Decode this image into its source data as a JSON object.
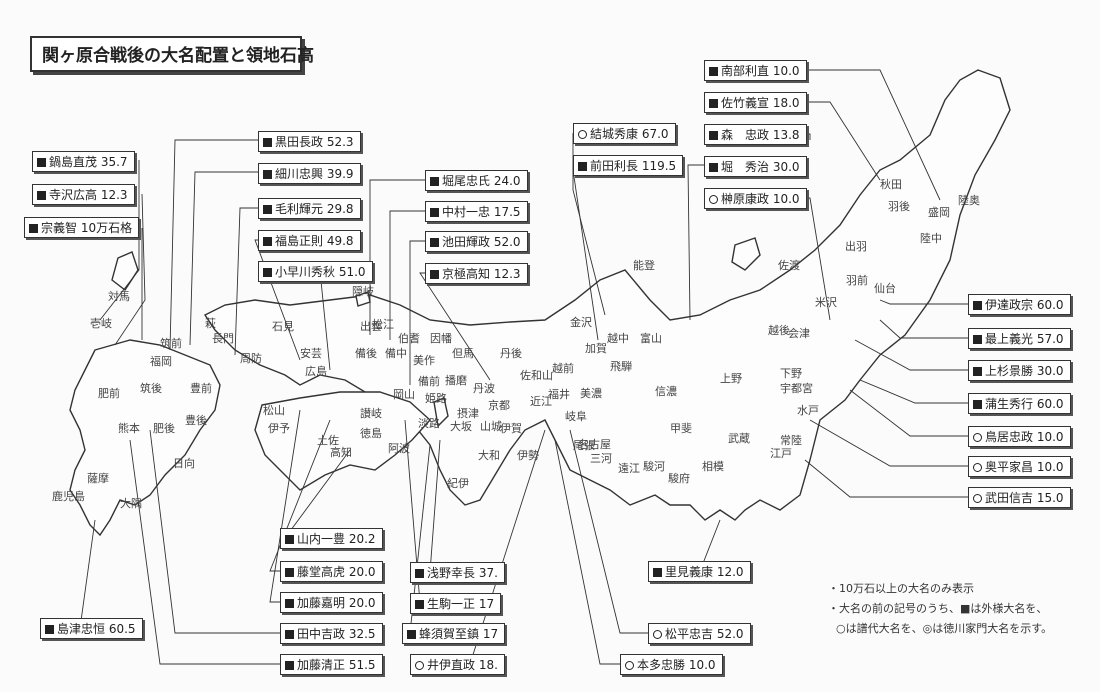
{
  "title": "関ヶ原合戦後の大名配置と領地石高",
  "daimyo": [
    {
      "mark": "sq",
      "text": "鍋島直茂 35.7"
    },
    {
      "mark": "sq",
      "text": "寺沢広高 12.3"
    },
    {
      "mark": "sq",
      "text": "宗義智 10万石格"
    },
    {
      "mark": "sq",
      "text": "黒田長政 52.3"
    },
    {
      "mark": "sq",
      "text": "細川忠興 39.9"
    },
    {
      "mark": "sq",
      "text": "毛利輝元 29.8"
    },
    {
      "mark": "sq",
      "text": "福島正則 49.8"
    },
    {
      "mark": "sq",
      "text": "小早川秀秋 51.0"
    },
    {
      "mark": "sq",
      "text": "堀尾忠氏 24.0"
    },
    {
      "mark": "sq",
      "text": "中村一忠 17.5"
    },
    {
      "mark": "sq",
      "text": "池田輝政 52.0"
    },
    {
      "mark": "sq",
      "text": "京極高知 12.3"
    },
    {
      "mark": "ci",
      "text": "結城秀康 67.0"
    },
    {
      "mark": "sq",
      "text": "前田利長 119.5"
    },
    {
      "mark": "sq",
      "text": "南部利直 10.0"
    },
    {
      "mark": "sq",
      "text": "佐竹義宣 18.0"
    },
    {
      "mark": "sq",
      "text": "森　忠政 13.8"
    },
    {
      "mark": "sq",
      "text": "堀　秀治 30.0"
    },
    {
      "mark": "ci",
      "text": "榊原康政 10.0"
    },
    {
      "mark": "sq",
      "text": "伊達政宗 60.0"
    },
    {
      "mark": "sq",
      "text": "最上義光 57.0"
    },
    {
      "mark": "sq",
      "text": "上杉景勝 30.0"
    },
    {
      "mark": "sq",
      "text": "蒲生秀行 60.0"
    },
    {
      "mark": "ci",
      "text": "鳥居忠政 10.0"
    },
    {
      "mark": "ci",
      "text": "奥平家昌 10.0"
    },
    {
      "mark": "ci",
      "text": "武田信吉 15.0"
    },
    {
      "mark": "sq",
      "text": "里見義康 12.0"
    },
    {
      "mark": "ci",
      "text": "松平忠吉 52.0"
    },
    {
      "mark": "ci",
      "text": "本多忠勝 10.0"
    },
    {
      "mark": "ci",
      "text": "井伊直政 18."
    },
    {
      "mark": "sq",
      "text": "蜂須賀至鎮 17"
    },
    {
      "mark": "sq",
      "text": "生駒一正 17"
    },
    {
      "mark": "sq",
      "text": "浅野幸長 37."
    },
    {
      "mark": "sq",
      "text": "藤堂高虎 20.0"
    },
    {
      "mark": "sq",
      "text": "山内一豊 20.2"
    },
    {
      "mark": "sq",
      "text": "加藤嘉明 20.0"
    },
    {
      "mark": "sq",
      "text": "田中吉政 32.5"
    },
    {
      "mark": "sq",
      "text": "加藤清正 51.5"
    },
    {
      "mark": "sq",
      "text": "島津忠恒 60.5"
    }
  ],
  "provinces": [
    "陸奥",
    "羽後",
    "羽前",
    "陸中",
    "出羽",
    "越後",
    "佐渡",
    "能登",
    "加賀",
    "越中",
    "越前",
    "飛騨",
    "信濃",
    "上野",
    "下野",
    "常陸",
    "武蔵",
    "相模",
    "甲斐",
    "駿河",
    "遠江",
    "三河",
    "尾張",
    "美濃",
    "近江",
    "伊勢",
    "伊賀",
    "大和",
    "紀伊",
    "山城",
    "摂津",
    "丹波",
    "丹後",
    "但馬",
    "因幡",
    "伯耆",
    "出雲",
    "石見",
    "隠岐",
    "美作",
    "備前",
    "備中",
    "備後",
    "安芸",
    "周防",
    "長門",
    "播磨",
    "淡路",
    "阿波",
    "讃岐",
    "伊予",
    "土佐",
    "豊前",
    "豊後",
    "筑前",
    "筑後",
    "肥前",
    "肥後",
    "日向",
    "大隅",
    "薩摩",
    "壱岐",
    "対馬"
  ],
  "cities": [
    "秋田",
    "盛岡",
    "米沢",
    "会津",
    "仙台",
    "宇都宮",
    "江戸",
    "金沢",
    "福井",
    "富山",
    "岐阜",
    "名古屋",
    "京都",
    "大坂",
    "姫路",
    "岡山",
    "広島",
    "松江",
    "萩",
    "福岡",
    "熊本",
    "鹿児島",
    "高知",
    "徳島",
    "水戸",
    "駿府",
    "佐和山",
    "松山"
  ],
  "notes": [
    "・10万石以上の大名のみ表示",
    "・大名の前の記号のうち、■は外様大名を、",
    "○は譜代大名を、◎は徳川家門大名を示す。"
  ]
}
